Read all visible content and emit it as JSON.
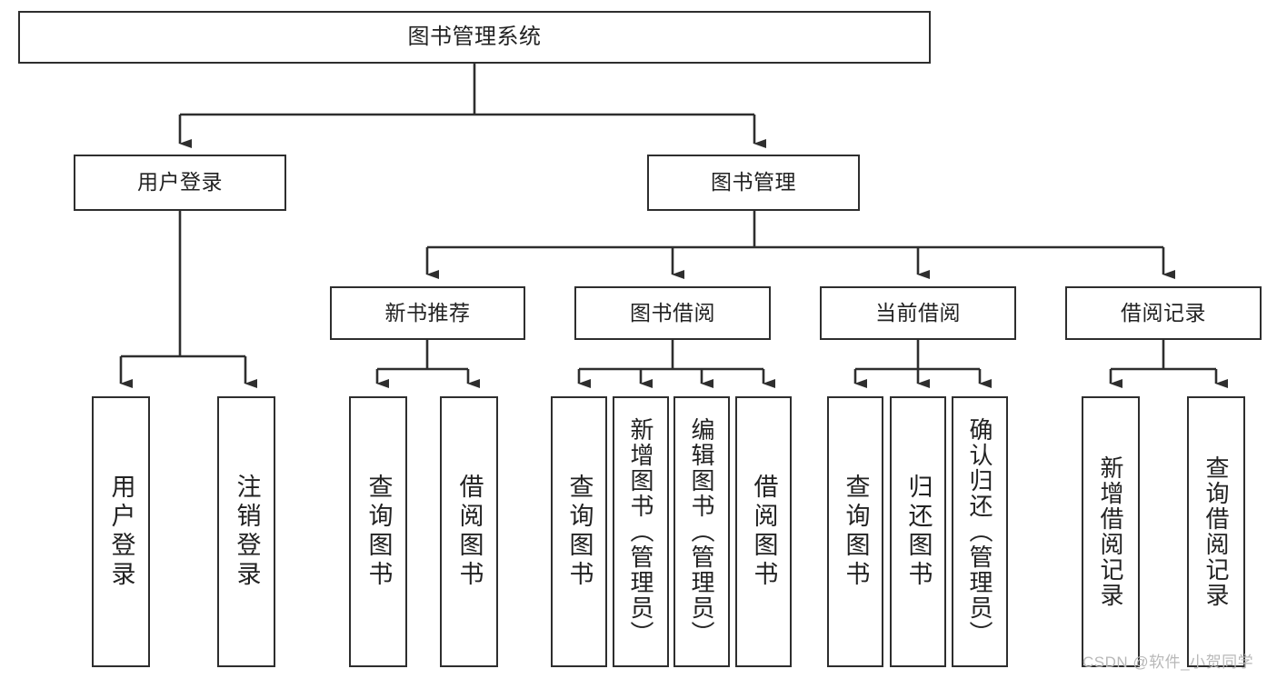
{
  "diagram": {
    "type": "tree-hierarchy",
    "title": "图书管理系统",
    "watermark": "CSDN @软件_小贺同学",
    "colors": {
      "box_border": "#2e2e2e",
      "box_fill": "#ffffff",
      "connector": "#2e2e2e",
      "text": "#222222",
      "watermark": "#b8b8b8",
      "background": "#ffffff"
    },
    "levels": [
      {
        "level": 1,
        "nodes": [
          {
            "id": "root",
            "label": "图书管理系统",
            "orientation": "horizontal"
          }
        ]
      },
      {
        "level": 2,
        "nodes": [
          {
            "id": "user-login",
            "label": "用户登录",
            "orientation": "horizontal",
            "parent": "root"
          },
          {
            "id": "book-management",
            "label": "图书管理",
            "orientation": "horizontal",
            "parent": "root"
          }
        ]
      },
      {
        "level": 3,
        "nodes": [
          {
            "id": "new-book-recommend",
            "label": "新书推荐",
            "orientation": "horizontal",
            "parent": "book-management"
          },
          {
            "id": "book-borrow",
            "label": "图书借阅",
            "orientation": "horizontal",
            "parent": "book-management"
          },
          {
            "id": "current-borrow",
            "label": "当前借阅",
            "orientation": "horizontal",
            "parent": "book-management"
          },
          {
            "id": "borrow-record",
            "label": "借阅记录",
            "orientation": "horizontal",
            "parent": "book-management"
          }
        ]
      },
      {
        "level": 4,
        "nodes": [
          {
            "id": "leaf-user-login",
            "label": "用户登录",
            "orientation": "vertical",
            "parent": "user-login"
          },
          {
            "id": "leaf-logout-login",
            "label": "注销登录",
            "orientation": "vertical",
            "parent": "user-login"
          },
          {
            "id": "leaf-query-book-1",
            "label": "查询图书",
            "orientation": "vertical",
            "parent": "new-book-recommend"
          },
          {
            "id": "leaf-borrow-book-1",
            "label": "借阅图书",
            "orientation": "vertical",
            "parent": "new-book-recommend"
          },
          {
            "id": "leaf-query-book-2",
            "label": "查询图书",
            "orientation": "vertical",
            "parent": "book-borrow"
          },
          {
            "id": "leaf-add-book",
            "label": "新增图书（管理员）",
            "orientation": "vertical",
            "parent": "book-borrow"
          },
          {
            "id": "leaf-edit-book",
            "label": "编辑图书（管理员）",
            "orientation": "vertical",
            "parent": "book-borrow"
          },
          {
            "id": "leaf-borrow-book-2",
            "label": "借阅图书",
            "orientation": "vertical",
            "parent": "book-borrow"
          },
          {
            "id": "leaf-query-book-3",
            "label": "查询图书",
            "orientation": "vertical",
            "parent": "current-borrow"
          },
          {
            "id": "leaf-return-book",
            "label": "归还图书",
            "orientation": "vertical",
            "parent": "current-borrow"
          },
          {
            "id": "leaf-confirm-return",
            "label": "确认归还（管理员）",
            "orientation": "vertical",
            "parent": "current-borrow"
          },
          {
            "id": "leaf-add-record",
            "label": "新增借阅记录",
            "orientation": "vertical",
            "parent": "borrow-record"
          },
          {
            "id": "leaf-query-record",
            "label": "查询借阅记录",
            "orientation": "vertical",
            "parent": "borrow-record"
          }
        ]
      }
    ]
  }
}
